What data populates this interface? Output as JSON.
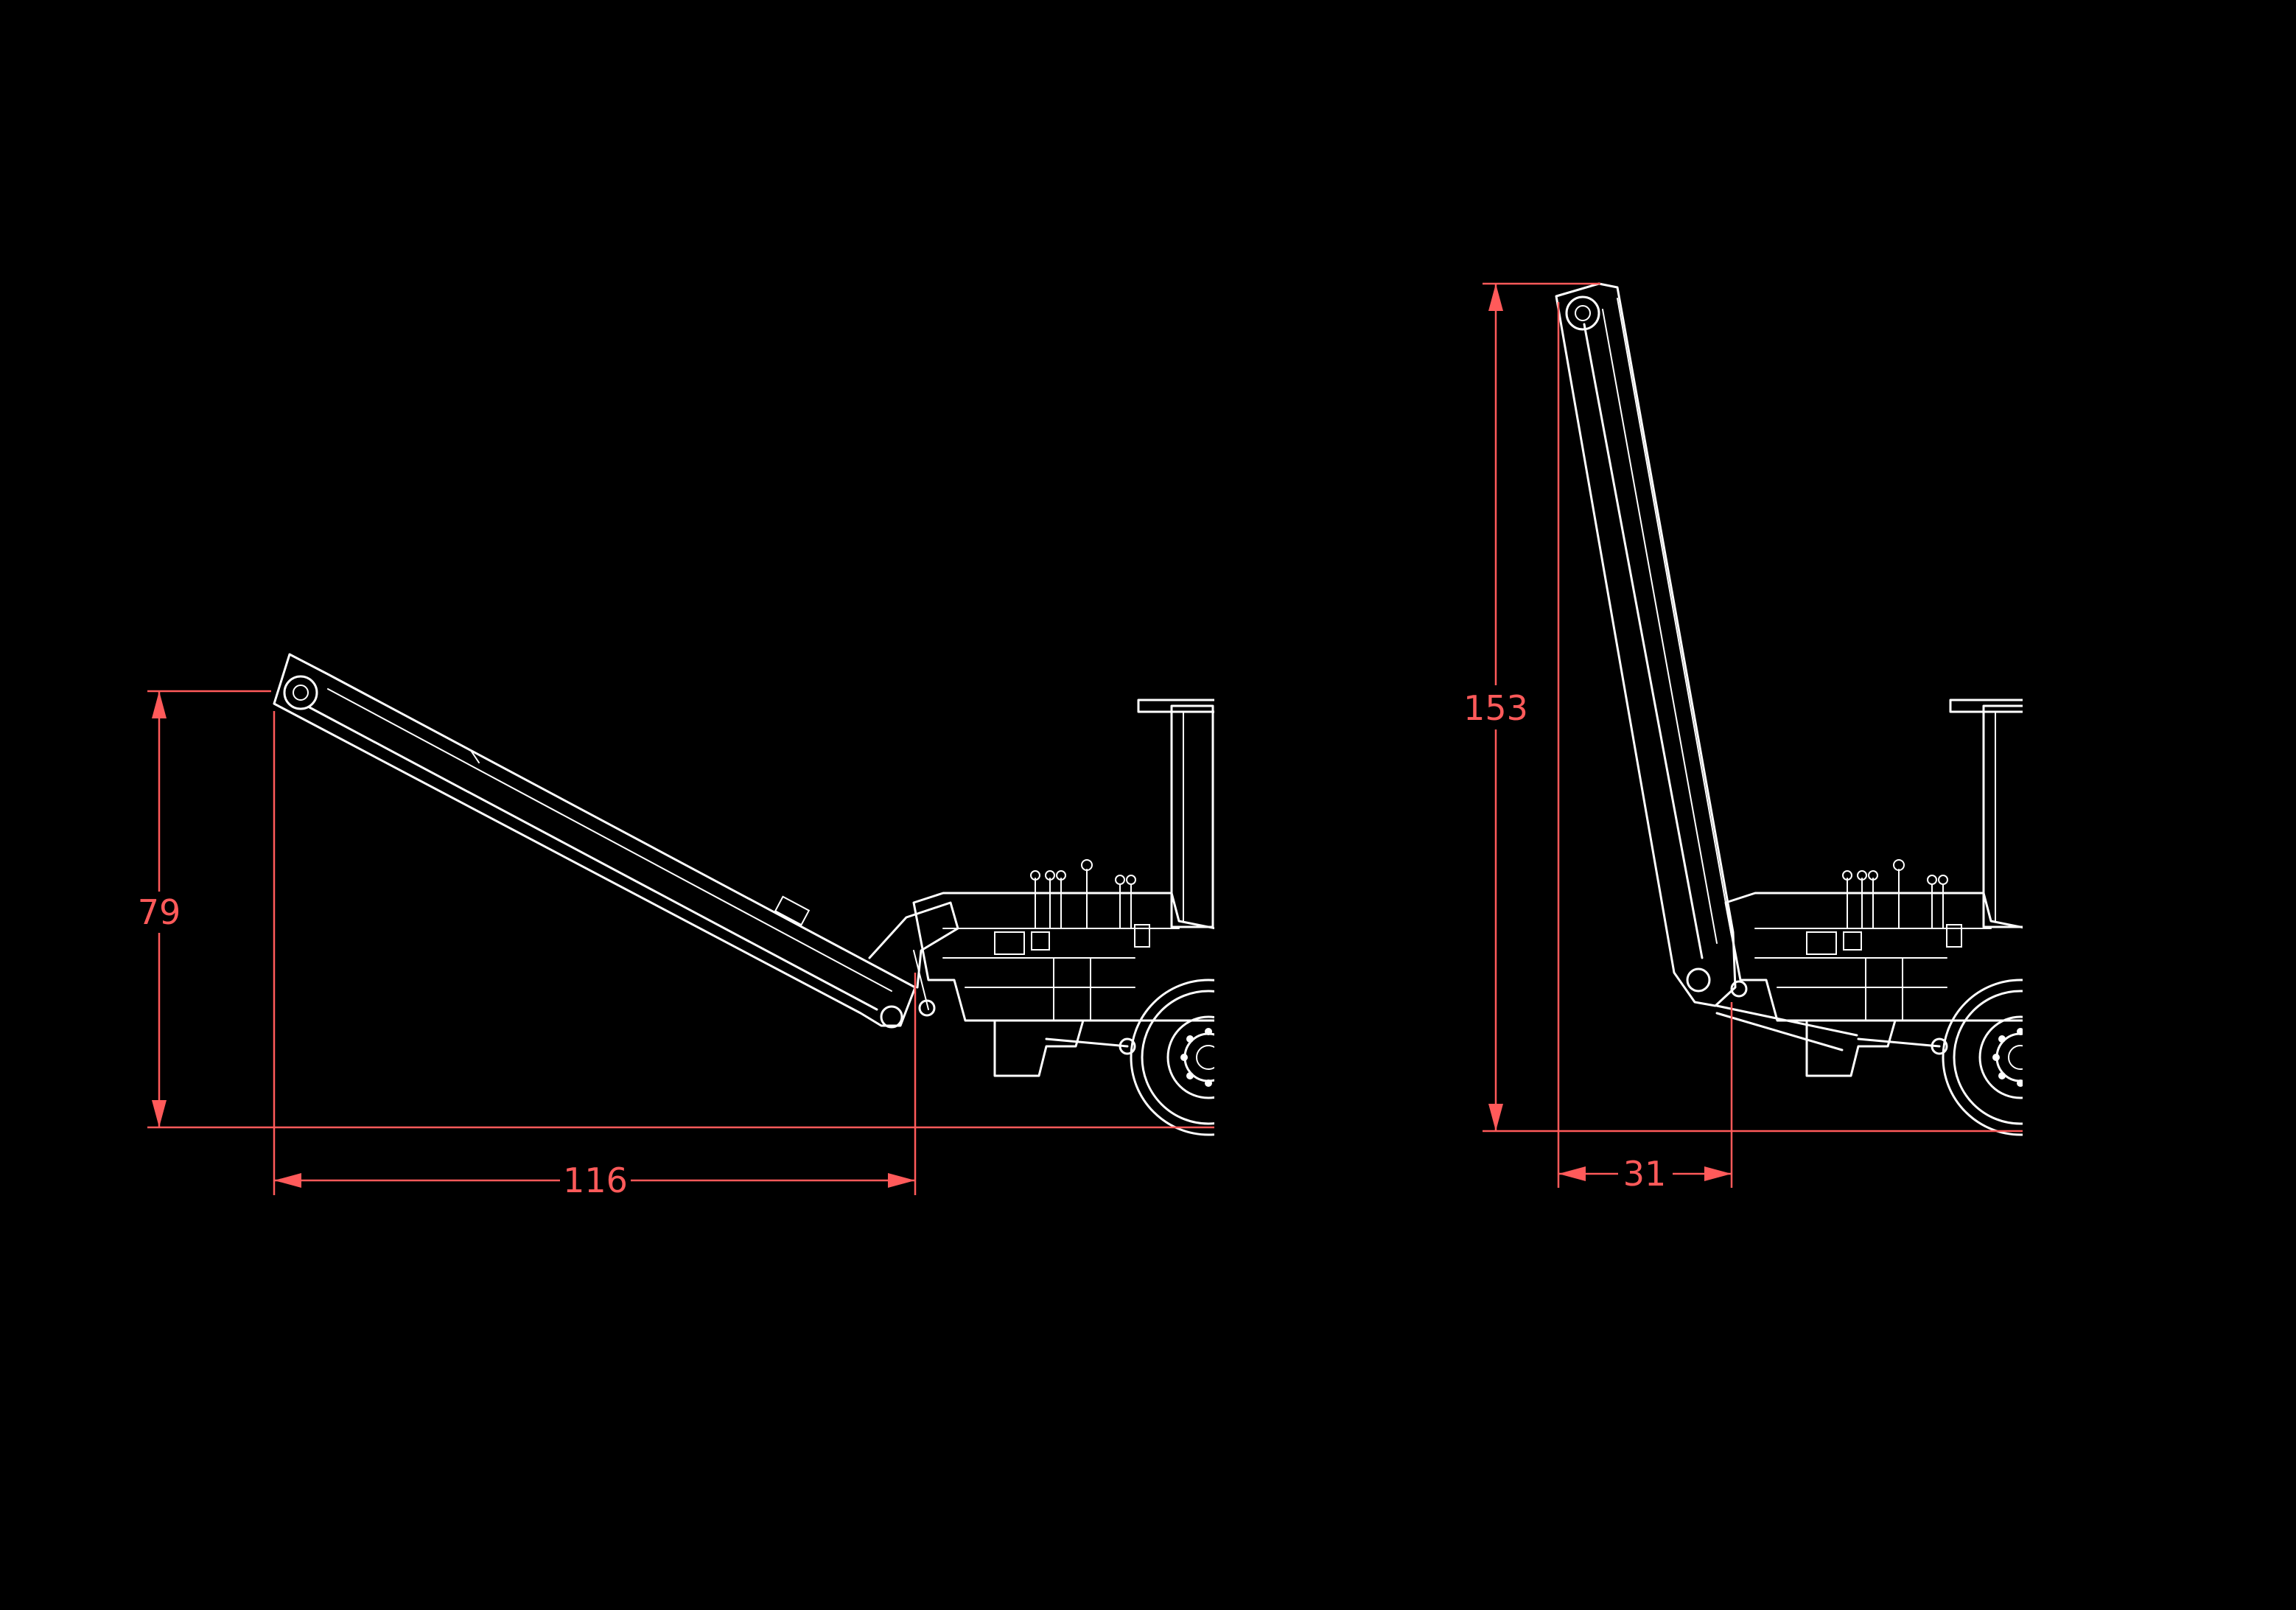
{
  "diagram": {
    "views": [
      {
        "id": "low-position",
        "dimensions": {
          "vertical": "79",
          "horizontal": "116"
        }
      },
      {
        "id": "high-position",
        "dimensions": {
          "vertical": "153",
          "horizontal": "31"
        }
      }
    ],
    "colors": {
      "background": "#000000",
      "linework": "#ffffff",
      "dimensions": "#ff5a5a"
    }
  }
}
